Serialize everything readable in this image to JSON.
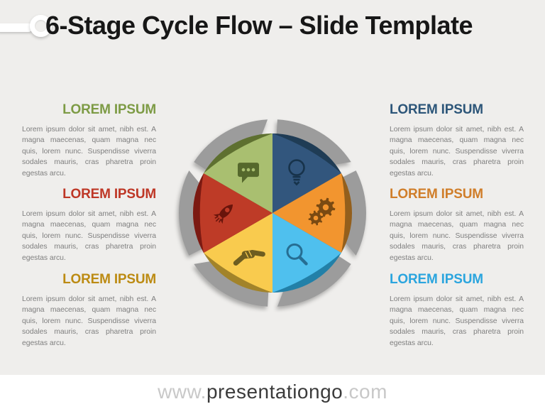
{
  "slide": {
    "title": "6-Stage Cycle Flow – Slide Template"
  },
  "footer": {
    "prefix": "www.",
    "brand": "presentationgo",
    "suffix": ".com"
  },
  "body_text": "Lorem ipsum dolor sit amet, nibh est. A magna maecenas, quam magna nec quis, lorem nunc. Suspendisse viverra sodales mauris, cras pharetra proin egestas arcu.",
  "blocks": [
    {
      "id": "left-top",
      "heading": "LOREM IPSUM",
      "heading_color": "#7d9b45"
    },
    {
      "id": "left-middle",
      "heading": "LOREM IPSUM",
      "heading_color": "#be3726"
    },
    {
      "id": "left-bottom",
      "heading": "LOREM IPSUM",
      "heading_color": "#bc8b13"
    },
    {
      "id": "right-top",
      "heading": "LOREM IPSUM",
      "heading_color": "#2d5679"
    },
    {
      "id": "right-middle",
      "heading": "LOREM IPSUM",
      "heading_color": "#d07e2a"
    },
    {
      "id": "right-bottom",
      "heading": "LOREM IPSUM",
      "heading_color": "#2ba5de"
    }
  ],
  "diagram": {
    "type": "cycle-6-stages",
    "arrow_color": "#9c9c9c",
    "stages": [
      {
        "name": "idea",
        "icon": "lightbulb-icon",
        "start_angle": 0,
        "fill": "#32567d",
        "rim": "#1f3c55",
        "icon_color": "#17334b"
      },
      {
        "name": "settings",
        "icon": "gears-icon",
        "start_angle": 60,
        "fill": "#f2952f",
        "rim": "#935f1c",
        "icon_color": "#7a4a12"
      },
      {
        "name": "search",
        "icon": "magnifier-icon",
        "start_angle": 120,
        "fill": "#4fc0ee",
        "rim": "#2280a8",
        "icon_color": "#266e93"
      },
      {
        "name": "agreement",
        "icon": "handshake-icon",
        "start_angle": 180,
        "fill": "#f9cb4e",
        "rim": "#a2832a",
        "icon_color": "#6e5d20"
      },
      {
        "name": "launch",
        "icon": "rocket-icon",
        "start_angle": 240,
        "fill": "#be3b27",
        "rim": "#7c1a12",
        "icon_color": "#69140b"
      },
      {
        "name": "discussion",
        "icon": "speech-bubble-icon",
        "start_angle": 300,
        "fill": "#a9bf70",
        "rim": "#5e7030",
        "icon_color": "#55682c"
      }
    ],
    "decoration": {
      "ring_color": "#ffffff"
    }
  }
}
